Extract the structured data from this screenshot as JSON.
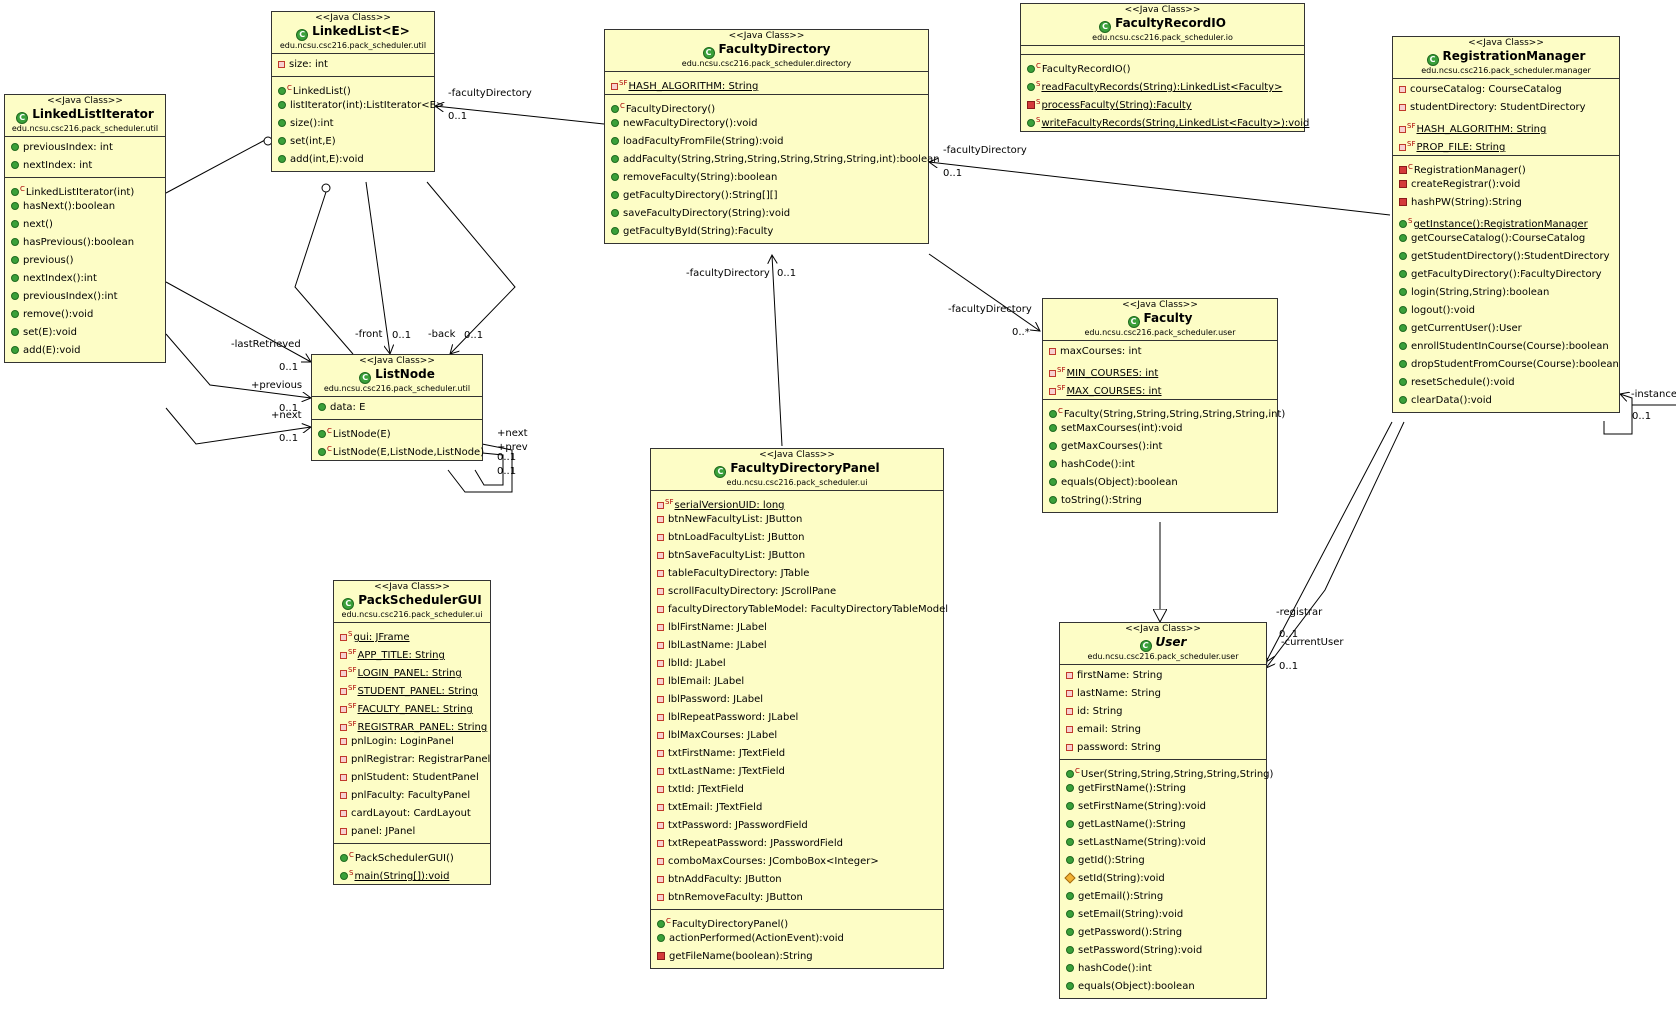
{
  "colors": {
    "box_fill": "#fdfdc6",
    "box_border": "#333333",
    "public": "#3aa03a",
    "private": "#c0392b"
  },
  "classes": {
    "linkedListIterator": {
      "stereotype": "<<Java Class>>",
      "name": "LinkedListIterator",
      "package": "edu.ncsu.csc216.pack_scheduler.util",
      "fields": [
        {
          "text": "previousIndex: int",
          "vis": "pub"
        },
        {
          "text": "nextIndex: int",
          "vis": "pub"
        }
      ],
      "methods": [
        {
          "text": "LinkedListIterator(int)",
          "vis": "pub",
          "mod": "C"
        },
        {
          "text": "hasNext():boolean",
          "vis": "pub"
        },
        {
          "text": "next()",
          "vis": "pub"
        },
        {
          "text": "hasPrevious():boolean",
          "vis": "pub"
        },
        {
          "text": "previous()",
          "vis": "pub"
        },
        {
          "text": "nextIndex():int",
          "vis": "pub"
        },
        {
          "text": "previousIndex():int",
          "vis": "pub"
        },
        {
          "text": "remove():void",
          "vis": "pub"
        },
        {
          "text": "set(E):void",
          "vis": "pub"
        },
        {
          "text": "add(E):void",
          "vis": "pub"
        }
      ]
    },
    "linkedList": {
      "stereotype": "<<Java Class>>",
      "name": "LinkedList<E>",
      "package": "edu.ncsu.csc216.pack_scheduler.util",
      "fields": [
        {
          "text": "size: int",
          "vis": "priv"
        }
      ],
      "methods": [
        {
          "text": "LinkedList()",
          "vis": "pub",
          "mod": "C"
        },
        {
          "text": "listIterator(int):ListIterator<E>",
          "vis": "pub"
        },
        {
          "text": "size():int",
          "vis": "pub"
        },
        {
          "text": "set(int,E)",
          "vis": "pub"
        },
        {
          "text": "add(int,E):void",
          "vis": "pub"
        }
      ]
    },
    "listNode": {
      "stereotype": "<<Java Class>>",
      "name": "ListNode",
      "package": "edu.ncsu.csc216.pack_scheduler.util",
      "fields": [
        {
          "text": "data: E",
          "vis": "pub"
        }
      ],
      "methods": [
        {
          "text": "ListNode(E)",
          "vis": "pub",
          "mod": "C"
        },
        {
          "text": "ListNode(E,ListNode,ListNode)",
          "vis": "pub",
          "mod": "C"
        }
      ]
    },
    "facultyDirectory": {
      "stereotype": "<<Java Class>>",
      "name": "FacultyDirectory",
      "package": "edu.ncsu.csc216.pack_scheduler.directory",
      "fields": [
        {
          "text": "HASH_ALGORITHM: String",
          "vis": "priv",
          "mod": "SF",
          "underline": true
        }
      ],
      "methods": [
        {
          "text": "FacultyDirectory()",
          "vis": "pub",
          "mod": "C"
        },
        {
          "text": "newFacultyDirectory():void",
          "vis": "pub"
        },
        {
          "text": "loadFacultyFromFile(String):void",
          "vis": "pub"
        },
        {
          "text": "addFaculty(String,String,String,String,String,String,int):boolean",
          "vis": "pub"
        },
        {
          "text": "removeFaculty(String):boolean",
          "vis": "pub"
        },
        {
          "text": "getFacultyDirectory():String[][]",
          "vis": "pub"
        },
        {
          "text": "saveFacultyDirectory(String):void",
          "vis": "pub"
        },
        {
          "text": "getFacultyById(String):Faculty",
          "vis": "pub"
        }
      ]
    },
    "facultyRecordIO": {
      "stereotype": "<<Java Class>>",
      "name": "FacultyRecordIO",
      "package": "edu.ncsu.csc216.pack_scheduler.io",
      "fields": [],
      "methods": [
        {
          "text": "FacultyRecordIO()",
          "vis": "pub",
          "mod": "C"
        },
        {
          "text": "readFacultyRecords(String):LinkedList<Faculty>",
          "vis": "pub",
          "mod": "S",
          "underline": true
        },
        {
          "text": "processFaculty(String):Faculty",
          "vis": "privm",
          "mod": "S",
          "underline": true
        },
        {
          "text": "writeFacultyRecords(String,LinkedList<Faculty>):void",
          "vis": "pub",
          "mod": "S",
          "underline": true
        }
      ]
    },
    "registrationManager": {
      "stereotype": "<<Java Class>>",
      "name": "RegistrationManager",
      "package": "edu.ncsu.csc216.pack_scheduler.manager",
      "fields": [
        {
          "text": "courseCatalog: CourseCatalog",
          "vis": "priv"
        },
        {
          "text": "studentDirectory: StudentDirectory",
          "vis": "priv"
        },
        {
          "text": "HASH_ALGORITHM: String",
          "vis": "priv",
          "mod": "SF",
          "underline": true
        },
        {
          "text": "PROP_FILE: String",
          "vis": "priv",
          "mod": "SF",
          "underline": true
        }
      ],
      "methods": [
        {
          "text": "RegistrationManager()",
          "vis": "privm",
          "mod": "C"
        },
        {
          "text": "createRegistrar():void",
          "vis": "privm"
        },
        {
          "text": "hashPW(String):String",
          "vis": "privm"
        },
        {
          "text": "getInstance():RegistrationManager",
          "vis": "pub",
          "mod": "S",
          "underline": true
        },
        {
          "text": "getCourseCatalog():CourseCatalog",
          "vis": "pub"
        },
        {
          "text": "getStudentDirectory():StudentDirectory",
          "vis": "pub"
        },
        {
          "text": "getFacultyDirectory():FacultyDirectory",
          "vis": "pub"
        },
        {
          "text": "login(String,String):boolean",
          "vis": "pub"
        },
        {
          "text": "logout():void",
          "vis": "pub"
        },
        {
          "text": "getCurrentUser():User",
          "vis": "pub"
        },
        {
          "text": "enrollStudentInCourse(Course):boolean",
          "vis": "pub"
        },
        {
          "text": "dropStudentFromCourse(Course):boolean",
          "vis": "pub"
        },
        {
          "text": "resetSchedule():void",
          "vis": "pub"
        },
        {
          "text": "clearData():void",
          "vis": "pub"
        }
      ]
    },
    "faculty": {
      "stereotype": "<<Java Class>>",
      "name": "Faculty",
      "package": "edu.ncsu.csc216.pack_scheduler.user",
      "fields": [
        {
          "text": "maxCourses: int",
          "vis": "priv"
        },
        {
          "text": "MIN_COURSES: int",
          "vis": "priv",
          "mod": "SF",
          "underline": true
        },
        {
          "text": "MAX_COURSES: int",
          "vis": "priv",
          "mod": "SF",
          "underline": true
        }
      ],
      "methods": [
        {
          "text": "Faculty(String,String,String,String,String,int)",
          "vis": "pub",
          "mod": "C"
        },
        {
          "text": "setMaxCourses(int):void",
          "vis": "pub"
        },
        {
          "text": "getMaxCourses():int",
          "vis": "pub"
        },
        {
          "text": "hashCode():int",
          "vis": "pub"
        },
        {
          "text": "equals(Object):boolean",
          "vis": "pub"
        },
        {
          "text": "toString():String",
          "vis": "pub"
        }
      ]
    },
    "user": {
      "stereotype": "<<Java Class>>",
      "name": "User",
      "package": "edu.ncsu.csc216.pack_scheduler.user",
      "abstract": true,
      "fields": [
        {
          "text": "firstName: String",
          "vis": "priv"
        },
        {
          "text": "lastName: String",
          "vis": "priv"
        },
        {
          "text": "id: String",
          "vis": "priv"
        },
        {
          "text": "email: String",
          "vis": "priv"
        },
        {
          "text": "password: String",
          "vis": "priv"
        }
      ],
      "methods": [
        {
          "text": "User(String,String,String,String,String)",
          "vis": "pub",
          "mod": "C"
        },
        {
          "text": "getFirstName():String",
          "vis": "pub"
        },
        {
          "text": "setFirstName(String):void",
          "vis": "pub"
        },
        {
          "text": "getLastName():String",
          "vis": "pub"
        },
        {
          "text": "setLastName(String):void",
          "vis": "pub"
        },
        {
          "text": "getId():String",
          "vis": "pub"
        },
        {
          "text": "setId(String):void",
          "vis": "prot"
        },
        {
          "text": "getEmail():String",
          "vis": "pub"
        },
        {
          "text": "setEmail(String):void",
          "vis": "pub"
        },
        {
          "text": "getPassword():String",
          "vis": "pub"
        },
        {
          "text": "setPassword(String):void",
          "vis": "pub"
        },
        {
          "text": "hashCode():int",
          "vis": "pub"
        },
        {
          "text": "equals(Object):boolean",
          "vis": "pub"
        }
      ]
    },
    "packSchedulerGUI": {
      "stereotype": "<<Java Class>>",
      "name": "PackSchedulerGUI",
      "package": "edu.ncsu.csc216.pack_scheduler.ui",
      "fields": [
        {
          "text": "gui: JFrame",
          "vis": "priv",
          "mod": "S",
          "underline": true
        },
        {
          "text": "APP_TITLE: String",
          "vis": "priv",
          "mod": "SF",
          "underline": true
        },
        {
          "text": "LOGIN_PANEL: String",
          "vis": "priv",
          "mod": "SF",
          "underline": true
        },
        {
          "text": "STUDENT_PANEL: String",
          "vis": "priv",
          "mod": "SF",
          "underline": true
        },
        {
          "text": "FACULTY_PANEL: String",
          "vis": "priv",
          "mod": "SF",
          "underline": true
        },
        {
          "text": "REGISTRAR_PANEL: String",
          "vis": "priv",
          "mod": "SF",
          "underline": true
        },
        {
          "text": "pnlLogin: LoginPanel",
          "vis": "priv"
        },
        {
          "text": "pnlRegistrar: RegistrarPanel",
          "vis": "priv"
        },
        {
          "text": "pnlStudent: StudentPanel",
          "vis": "priv"
        },
        {
          "text": "pnlFaculty: FacultyPanel",
          "vis": "priv"
        },
        {
          "text": "cardLayout: CardLayout",
          "vis": "priv"
        },
        {
          "text": "panel: JPanel",
          "vis": "priv"
        }
      ],
      "methods": [
        {
          "text": "PackSchedulerGUI()",
          "vis": "pub",
          "mod": "C"
        },
        {
          "text": "main(String[]):void",
          "vis": "pub",
          "mod": "S",
          "underline": true
        }
      ]
    },
    "facultyDirectoryPanel": {
      "stereotype": "<<Java Class>>",
      "name": "FacultyDirectoryPanel",
      "package": "edu.ncsu.csc216.pack_scheduler.ui",
      "fields": [
        {
          "text": "serialVersionUID: long",
          "vis": "priv",
          "mod": "SF",
          "underline": true
        },
        {
          "text": "btnNewFacultyList: JButton",
          "vis": "priv"
        },
        {
          "text": "btnLoadFacultyList: JButton",
          "vis": "priv"
        },
        {
          "text": "btnSaveFacultyList: JButton",
          "vis": "priv"
        },
        {
          "text": "tableFacultyDirectory: JTable",
          "vis": "priv"
        },
        {
          "text": "scrollFacultyDirectory: JScrollPane",
          "vis": "priv"
        },
        {
          "text": "facultyDirectoryTableModel: FacultyDirectoryTableModel",
          "vis": "priv"
        },
        {
          "text": "lblFirstName: JLabel",
          "vis": "priv"
        },
        {
          "text": "lblLastName: JLabel",
          "vis": "priv"
        },
        {
          "text": "lblId: JLabel",
          "vis": "priv"
        },
        {
          "text": "lblEmail: JLabel",
          "vis": "priv"
        },
        {
          "text": "lblPassword: JLabel",
          "vis": "priv"
        },
        {
          "text": "lblRepeatPassword: JLabel",
          "vis": "priv"
        },
        {
          "text": "lblMaxCourses: JLabel",
          "vis": "priv"
        },
        {
          "text": "txtFirstName: JTextField",
          "vis": "priv"
        },
        {
          "text": "txtLastName: JTextField",
          "vis": "priv"
        },
        {
          "text": "txtId: JTextField",
          "vis": "priv"
        },
        {
          "text": "txtEmail: JTextField",
          "vis": "priv"
        },
        {
          "text": "txtPassword: JPasswordField",
          "vis": "priv"
        },
        {
          "text": "txtRepeatPassword: JPasswordField",
          "vis": "priv"
        },
        {
          "text": "comboMaxCourses: JComboBox<Integer>",
          "vis": "priv"
        },
        {
          "text": "btnAddFaculty: JButton",
          "vis": "priv"
        },
        {
          "text": "btnRemoveFaculty: JButton",
          "vis": "priv"
        }
      ],
      "methods": [
        {
          "text": "FacultyDirectoryPanel()",
          "vis": "pub",
          "mod": "C"
        },
        {
          "text": "actionPerformed(ActionEvent):void",
          "vis": "pub"
        },
        {
          "text": "getFileName(boolean):String",
          "vis": "privm"
        }
      ]
    }
  },
  "labels": {
    "fd_to_ll_role": "-facultyDirectory",
    "fd_to_ll_mult": "0..1",
    "rm_to_fd_role": "-facultyDirectory",
    "rm_to_fd_mult": "0..1",
    "panel_to_fd_role": "-facultyDirectory",
    "panel_to_fd_mult": "0..1",
    "fd_to_faculty_role": "-facultyDirectory",
    "fd_to_faculty_mult": "0..*",
    "ll_front": "-front",
    "ll_front_mult": "0..1",
    "ll_back": "-back",
    "ll_back_mult": "0..1",
    "lli_lastRetrieved": "-lastRetrieved",
    "lli_lastRetrieved_mult": "0..1",
    "lli_previous": "+previous",
    "lli_previous_mult": "0..1",
    "lli_next": "+next",
    "lli_next_mult": "0..1",
    "ln_next": "+next",
    "ln_prev": "+prev",
    "ln_next_mult": "0..1",
    "ln_prev_mult": "0..1",
    "rm_instance": "-instance",
    "rm_instance_mult": "0..1",
    "rm_registrar": "-registrar",
    "rm_registrar_mult": "0..1",
    "rm_currentUser": "-currentUser",
    "rm_currentUser_mult": "0..1"
  }
}
